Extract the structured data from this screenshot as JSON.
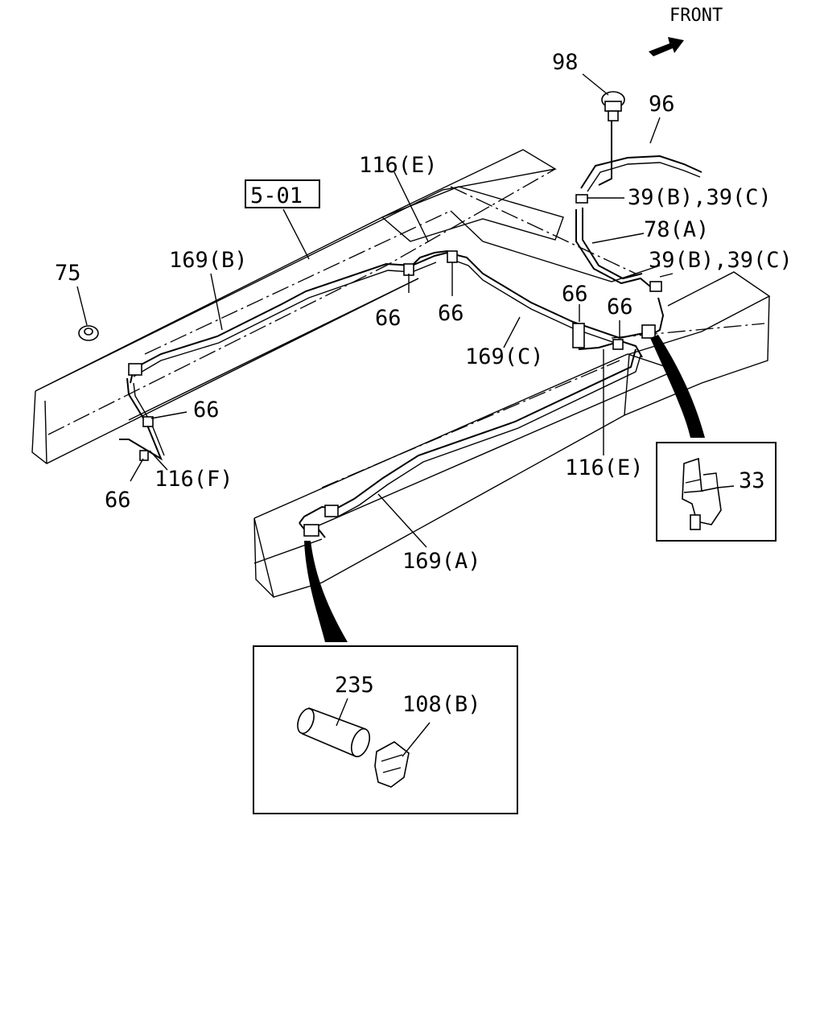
{
  "direction_label": "FRONT",
  "colors": {
    "line": "#000000",
    "background": "#ffffff"
  },
  "labels": {
    "p98": "98",
    "p96": "96",
    "p39_top": "39(B),39(C)",
    "p78a": "78(A)",
    "p39_mid": "39(B),39(C)",
    "p116e_top": "116(E)",
    "ref501": "5-01",
    "p169b": "169(B)",
    "p75": "75",
    "p66_a": "66",
    "p66_b": "66",
    "p66_c": "66",
    "p66_d": "66",
    "p169c": "169(C)",
    "p66_e": "66",
    "p116f": "116(F)",
    "p66_f": "66",
    "p116e_bot": "116(E)",
    "p33": "33",
    "p169a": "169(A)",
    "p235": "235",
    "p108b": "108(B)"
  }
}
